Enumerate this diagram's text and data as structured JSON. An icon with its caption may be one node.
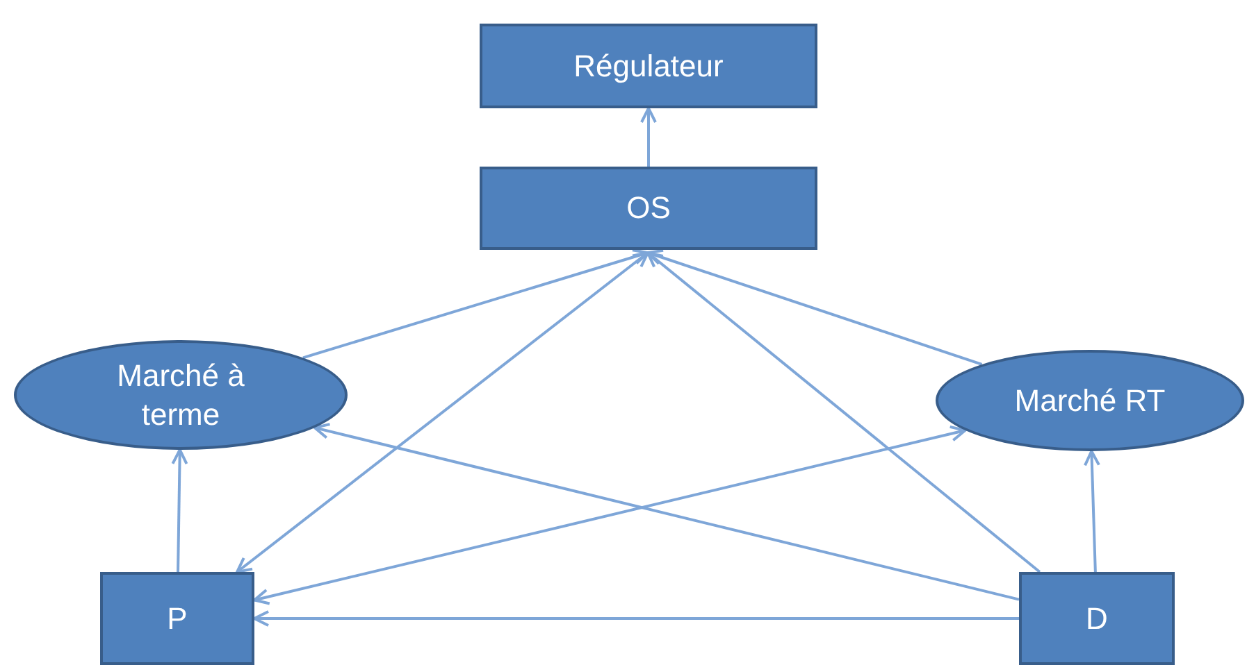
{
  "diagram": {
    "nodes": [
      {
        "text": [
          "Régulateur"
        ]
      },
      {
        "text": [
          "OS"
        ]
      },
      {
        "text": [
          "Marché à terme"
        ]
      },
      {
        "text": [
          "Marché RT"
        ]
      },
      {
        "text": [
          "P"
        ]
      },
      {
        "text": [
          "D"
        ]
      }
    ],
    "edges": [
      {
        "from": 1,
        "to": 0,
        "arrow": "to"
      },
      {
        "from": 2,
        "to": 1,
        "arrow": "to"
      },
      {
        "from": 3,
        "to": 1,
        "arrow": "to"
      },
      {
        "from": 4,
        "to": 1,
        "arrow": "both"
      },
      {
        "from": 5,
        "to": 1,
        "arrow": "to"
      },
      {
        "from": 4,
        "to": 2,
        "arrow": "to"
      },
      {
        "from": 5,
        "to": 3,
        "arrow": "to"
      },
      {
        "from": 5,
        "to": 2,
        "arrow": "to"
      },
      {
        "from": 4,
        "to": 3,
        "arrow": "both"
      },
      {
        "from": 5,
        "to": 4,
        "arrow": "to"
      }
    ]
  }
}
